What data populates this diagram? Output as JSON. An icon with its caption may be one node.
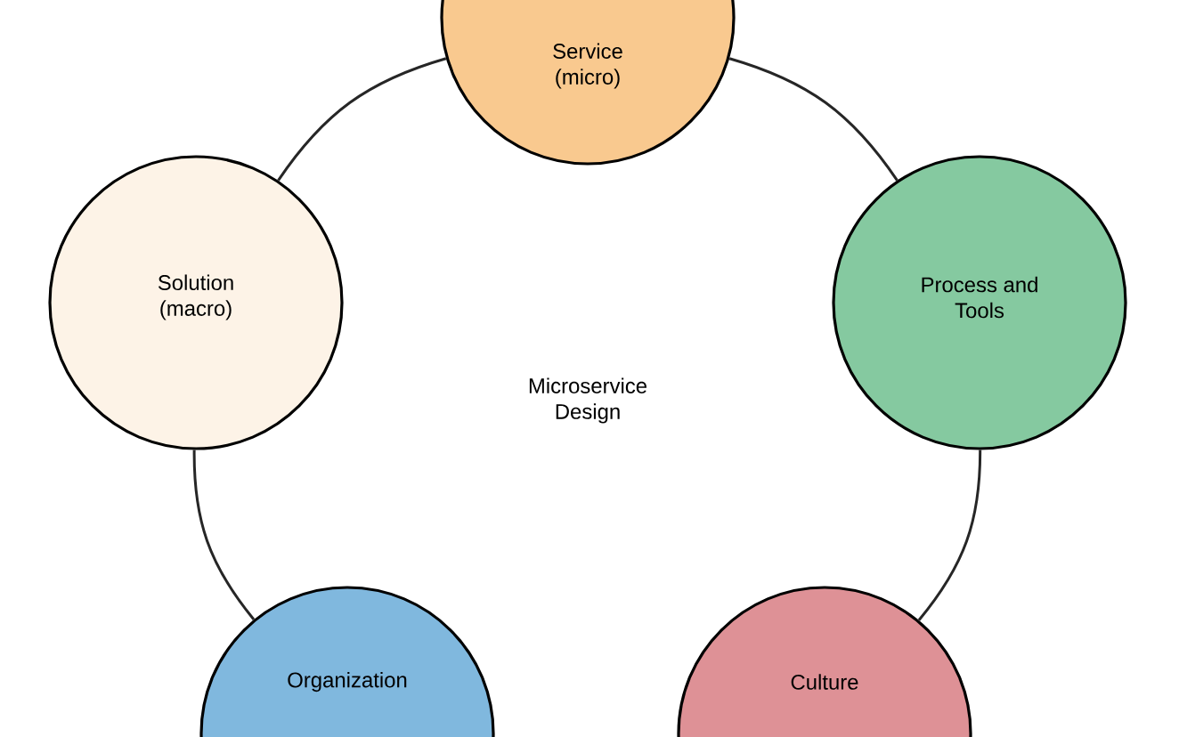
{
  "diagram": {
    "nodes": [
      {
        "text": [
          "Service (micro)"
        ]
      },
      {
        "text": [
          "Solution (macro)"
        ]
      },
      {
        "text": [
          "Process and Tools"
        ]
      },
      {
        "text": [
          "Organization"
        ]
      },
      {
        "text": [
          "Culture"
        ]
      }
    ],
    "edges": [
      {
        "from": 0,
        "to": 1,
        "arrow": "none"
      },
      {
        "from": 0,
        "to": 2,
        "arrow": "none"
      },
      {
        "from": 1,
        "to": 3,
        "arrow": "none"
      },
      {
        "from": 2,
        "to": 4,
        "arrow": "none"
      }
    ],
    "labels": [
      "Microservice Design"
    ]
  }
}
